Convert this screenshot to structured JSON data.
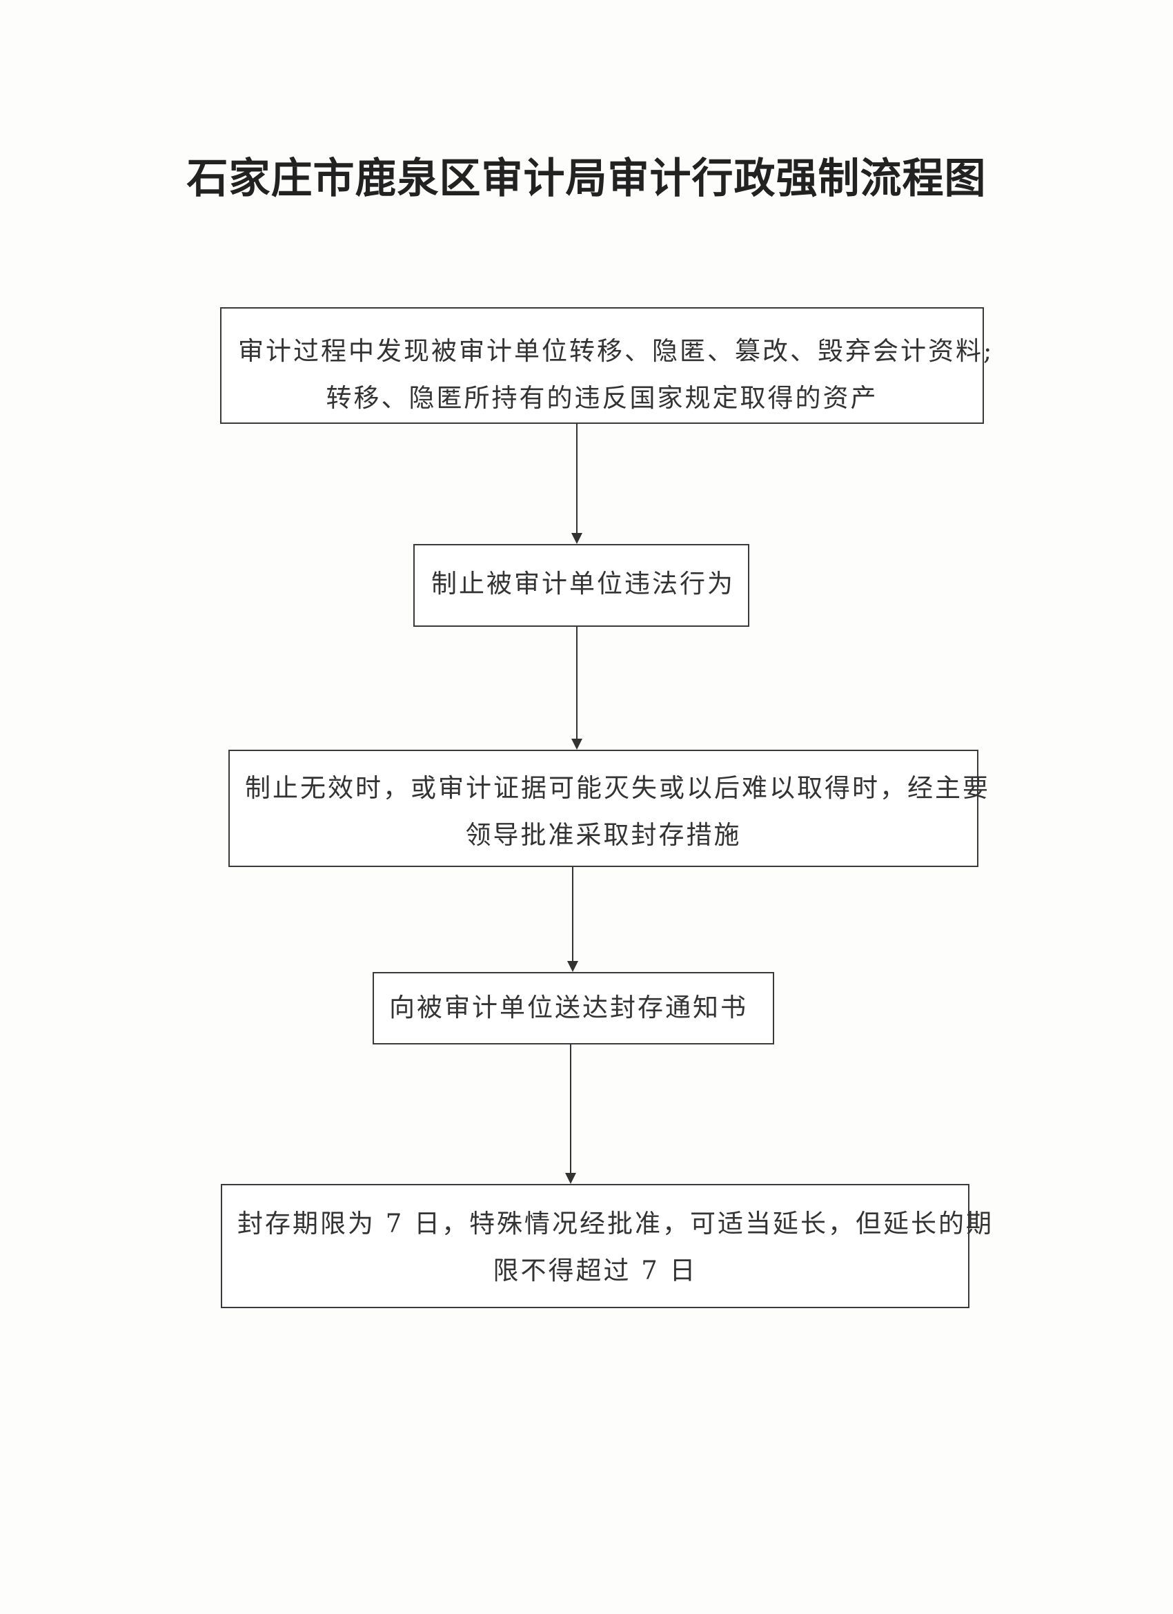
{
  "title": "石家庄市鹿泉区审计局审计行政强制流程图",
  "steps": [
    {
      "lines": [
        "审计过程中发现被审计单位转移、隐匿、篡改、毁弃会计资料;",
        "转移、隐匿所持有的违反国家规定取得的资产"
      ]
    },
    {
      "lines": [
        "制止被审计单位违法行为"
      ]
    },
    {
      "lines": [
        "制止无效时，或审计证据可能灭失或以后难以取得时，经主要",
        "领导批准采取封存措施"
      ]
    },
    {
      "lines": [
        "向被审计单位送达封存通知书"
      ]
    },
    {
      "lines": [
        "封存期限为 7 日，特殊情况经批准，可适当延长，但延长的期",
        "限不得超过 7 日"
      ]
    }
  ]
}
